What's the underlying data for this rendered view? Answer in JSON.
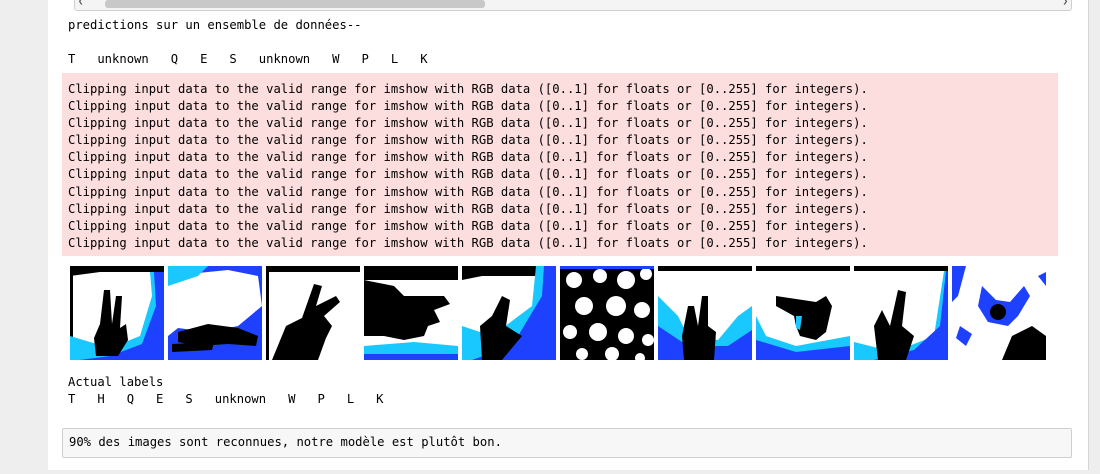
{
  "output_prediction_header": "predictions sur un ensemble de données--",
  "predicted_labels": "T   unknown   Q   E   S   unknown   W   P   L   K",
  "warning_lines": [
    "Clipping input data to the valid range for imshow with RGB data ([0..1] for floats or [0..255] for integers).",
    "Clipping input data to the valid range for imshow with RGB data ([0..1] for floats or [0..255] for integers).",
    "Clipping input data to the valid range for imshow with RGB data ([0..1] for floats or [0..255] for integers).",
    "Clipping input data to the valid range for imshow with RGB data ([0..1] for floats or [0..255] for integers).",
    "Clipping input data to the valid range for imshow with RGB data ([0..1] for floats or [0..255] for integers).",
    "Clipping input data to the valid range for imshow with RGB data ([0..1] for floats or [0..255] for integers).",
    "Clipping input data to the valid range for imshow with RGB data ([0..1] for floats or [0..255] for integers).",
    "Clipping input data to the valid range for imshow with RGB data ([0..1] for floats or [0..255] for integers).",
    "Clipping input data to the valid range for imshow with RGB data ([0..1] for floats or [0..255] for integers).",
    "Clipping input data to the valid range for imshow with RGB data ([0..1] for floats or [0..255] for integers)."
  ],
  "actual_labels_title": "Actual labels",
  "actual_labels": "T   H   Q   E   S   unknown   W   P   L   K",
  "markdown_text": "90% des images sont reconnues, notre modèle est plutôt bon.",
  "colors": {
    "stderr_bg": "#fddede",
    "hand_black": "#000000",
    "hand_blue": "#1e40ff",
    "hand_cyan": "#19c8ff",
    "white": "#ffffff"
  },
  "images": [
    {
      "name": "image-1-hand-sign"
    },
    {
      "name": "image-2-hand-sign"
    },
    {
      "name": "image-3-hand-sign"
    },
    {
      "name": "image-4-hand-sign"
    },
    {
      "name": "image-5-hand-sign"
    },
    {
      "name": "image-6-noise-pattern"
    },
    {
      "name": "image-7-hand-sign"
    },
    {
      "name": "image-8-hand-sign"
    },
    {
      "name": "image-9-hand-sign"
    },
    {
      "name": "image-10-hand-sign"
    }
  ]
}
